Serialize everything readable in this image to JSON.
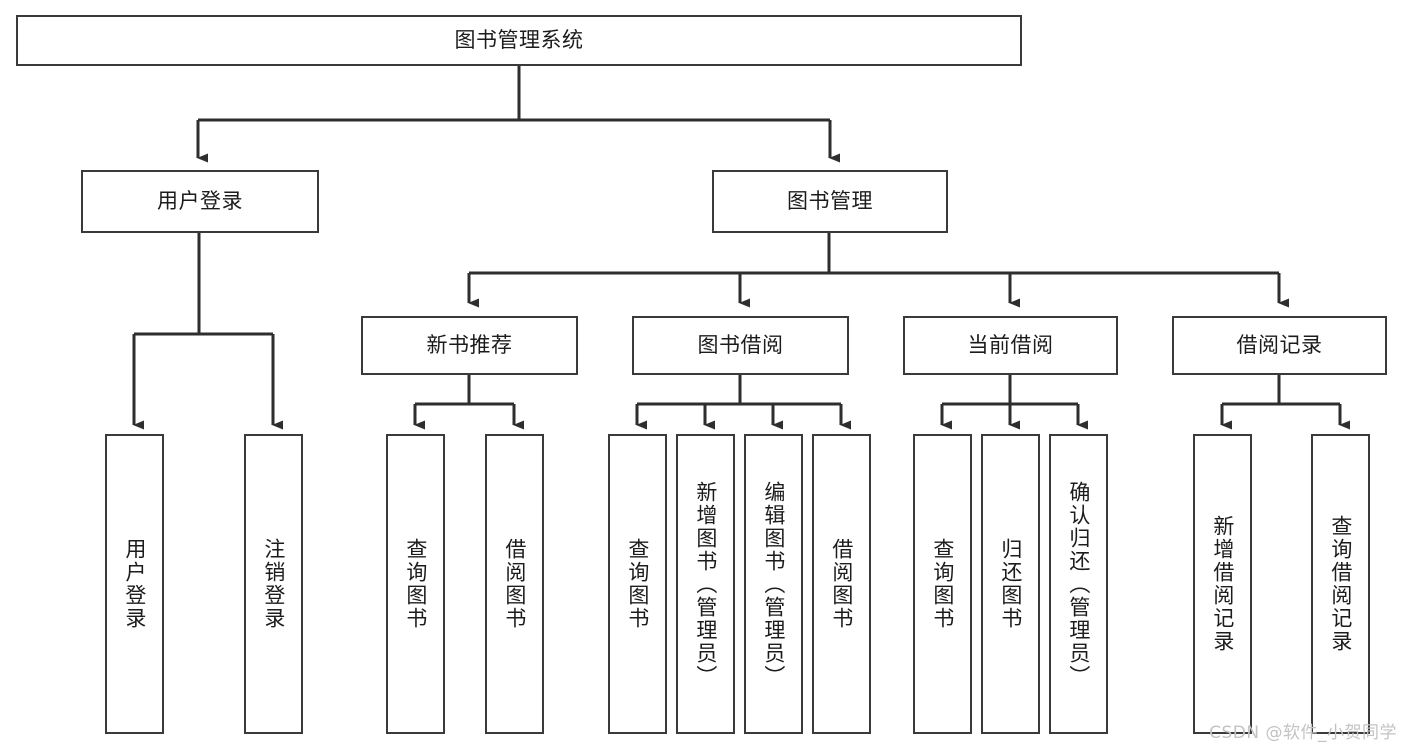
{
  "diagram": {
    "title": "图书管理系统",
    "type": "tree-hierarchy-diagram",
    "stroke_color": "#3a3a3a",
    "text_color": "#1c1c1c",
    "background_color": "#ffffff"
  },
  "nodes": {
    "root": {
      "label": "图书管理系统"
    },
    "level2": [
      {
        "id": "user-login",
        "label": "用户登录"
      },
      {
        "id": "book-manage",
        "label": "图书管理"
      }
    ],
    "level3": [
      {
        "id": "new-book-recommend",
        "label": "新书推荐"
      },
      {
        "id": "book-borrow",
        "label": "图书借阅"
      },
      {
        "id": "current-borrow",
        "label": "当前借阅"
      },
      {
        "id": "borrow-record",
        "label": "借阅记录"
      }
    ],
    "leaves": {
      "user-login": [
        {
          "id": "leaf-user-login",
          "label": "用户登录"
        },
        {
          "id": "leaf-user-logout",
          "label": "注销登录"
        }
      ],
      "new-book-recommend": [
        {
          "id": "leaf-query-book-1",
          "label": "查询图书"
        },
        {
          "id": "leaf-borrow-book-1",
          "label": "借阅图书"
        }
      ],
      "book-borrow": [
        {
          "id": "leaf-query-book-2",
          "label": "查询图书"
        },
        {
          "id": "leaf-add-book",
          "label": "新增图书（管理员）"
        },
        {
          "id": "leaf-edit-book",
          "label": "编辑图书（管理员）"
        },
        {
          "id": "leaf-borrow-book-2",
          "label": "借阅图书"
        }
      ],
      "current-borrow": [
        {
          "id": "leaf-query-book-3",
          "label": "查询图书"
        },
        {
          "id": "leaf-return-book",
          "label": "归还图书"
        },
        {
          "id": "leaf-confirm-return",
          "label": "确认归还（管理员）"
        }
      ],
      "borrow-record": [
        {
          "id": "leaf-add-record",
          "label": "新增借阅记录"
        },
        {
          "id": "leaf-query-record",
          "label": "查询借阅记录"
        }
      ]
    }
  },
  "watermark": {
    "text": "CSDN @软件_小贺同学"
  }
}
